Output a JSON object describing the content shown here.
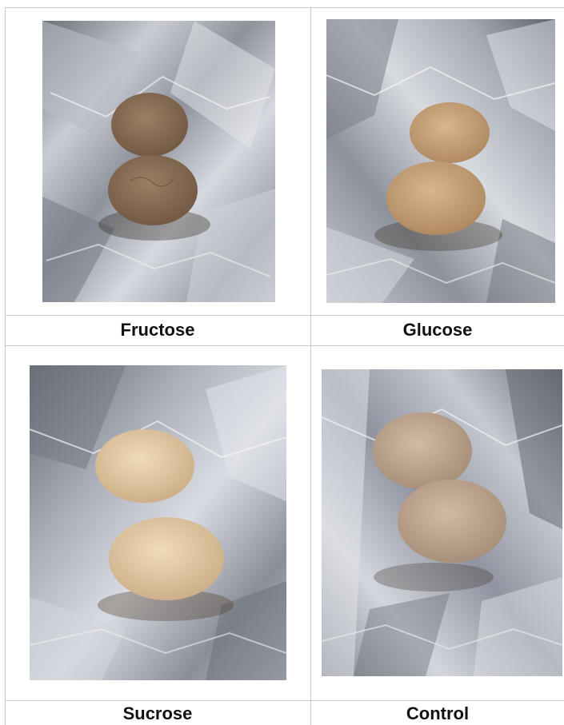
{
  "captions": {
    "fructose": "Fructose",
    "glucose": "Glucose",
    "sucrose": "Sucrose",
    "control": "Control"
  },
  "colors": {
    "foil_light": "#d9dce2",
    "foil_mid": "#a7abb4",
    "foil_dark": "#5e636d",
    "fructose_cookie": "#8a6f56",
    "glucose_cookie": "#c8a47c",
    "sucrose_cookie": "#e2cba4",
    "control_cookie": "#c4ab95",
    "grid_line": "#c8c8c8"
  }
}
